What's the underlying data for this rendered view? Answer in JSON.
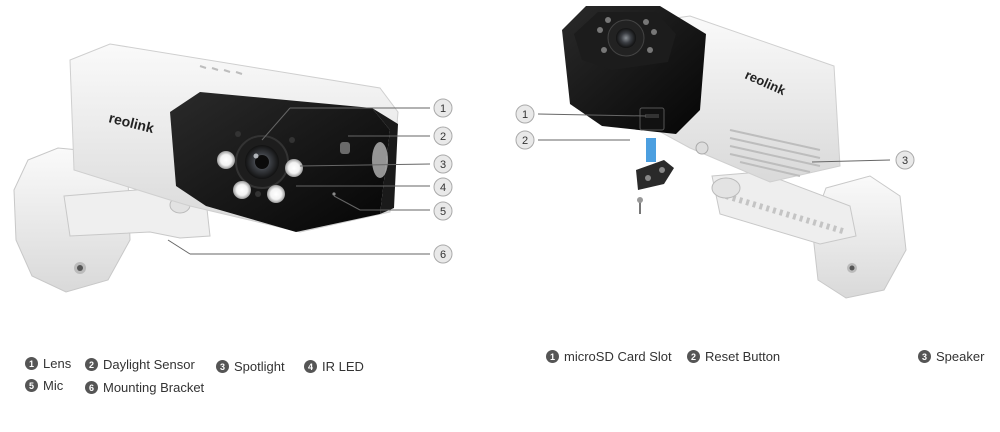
{
  "front_view": {
    "brand": "reolink",
    "callouts": [
      "1",
      "2",
      "3",
      "4",
      "5",
      "6"
    ],
    "legend": [
      {
        "num": "1",
        "label": "Lens"
      },
      {
        "num": "2",
        "label": "Daylight Sensor"
      },
      {
        "num": "3",
        "label": "Spotlight"
      },
      {
        "num": "4",
        "label": "IR LED"
      },
      {
        "num": "5",
        "label": "Mic"
      },
      {
        "num": "6",
        "label": "Mounting Bracket"
      }
    ]
  },
  "rear_view": {
    "brand": "reolink",
    "callouts": [
      "1",
      "2",
      "3"
    ],
    "legend": [
      {
        "num": "1",
        "label": "microSD Card Slot"
      },
      {
        "num": "2",
        "label": "Reset Button"
      },
      {
        "num": "3",
        "label": "Speaker"
      }
    ]
  }
}
